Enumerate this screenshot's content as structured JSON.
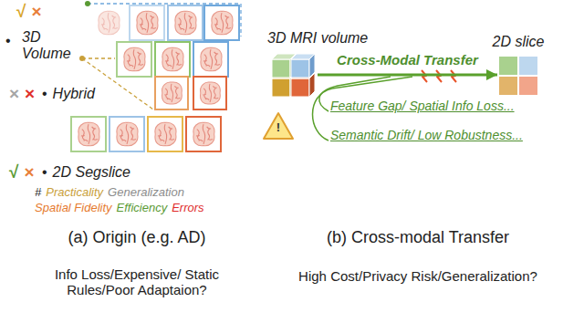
{
  "diagram": {
    "nodes": [
      {
        "text": [
          "3D MRI volume"
        ]
      },
      {
        "text": [
          "2D slice"
        ]
      }
    ],
    "edges": [
      {
        "from": 0,
        "to": 1,
        "arrow": "to",
        "label": "Cross-Modal Transfer"
      }
    ],
    "labels": [
      "√",
      "×",
      "•",
      "3D Volume",
      "×",
      "×",
      "•",
      "Hybrid",
      "√",
      "×",
      "•",
      "2D Segslice",
      "#",
      "Practicality",
      "Generalization",
      "Spatial Fidelity",
      "Efficiency",
      "Errors",
      "(a) Origin (e.g. AD)",
      "Info Loss/Expensive/ Static Rules/Poor Adaptaion?",
      "(b) Cross-modal Transfer",
      "High Cost/Privacy Risk/Generalization?",
      "Feature Gap/ Spatial Info Loss...",
      "Semantic Drift/ Low Robustness...",
      "!"
    ]
  }
}
